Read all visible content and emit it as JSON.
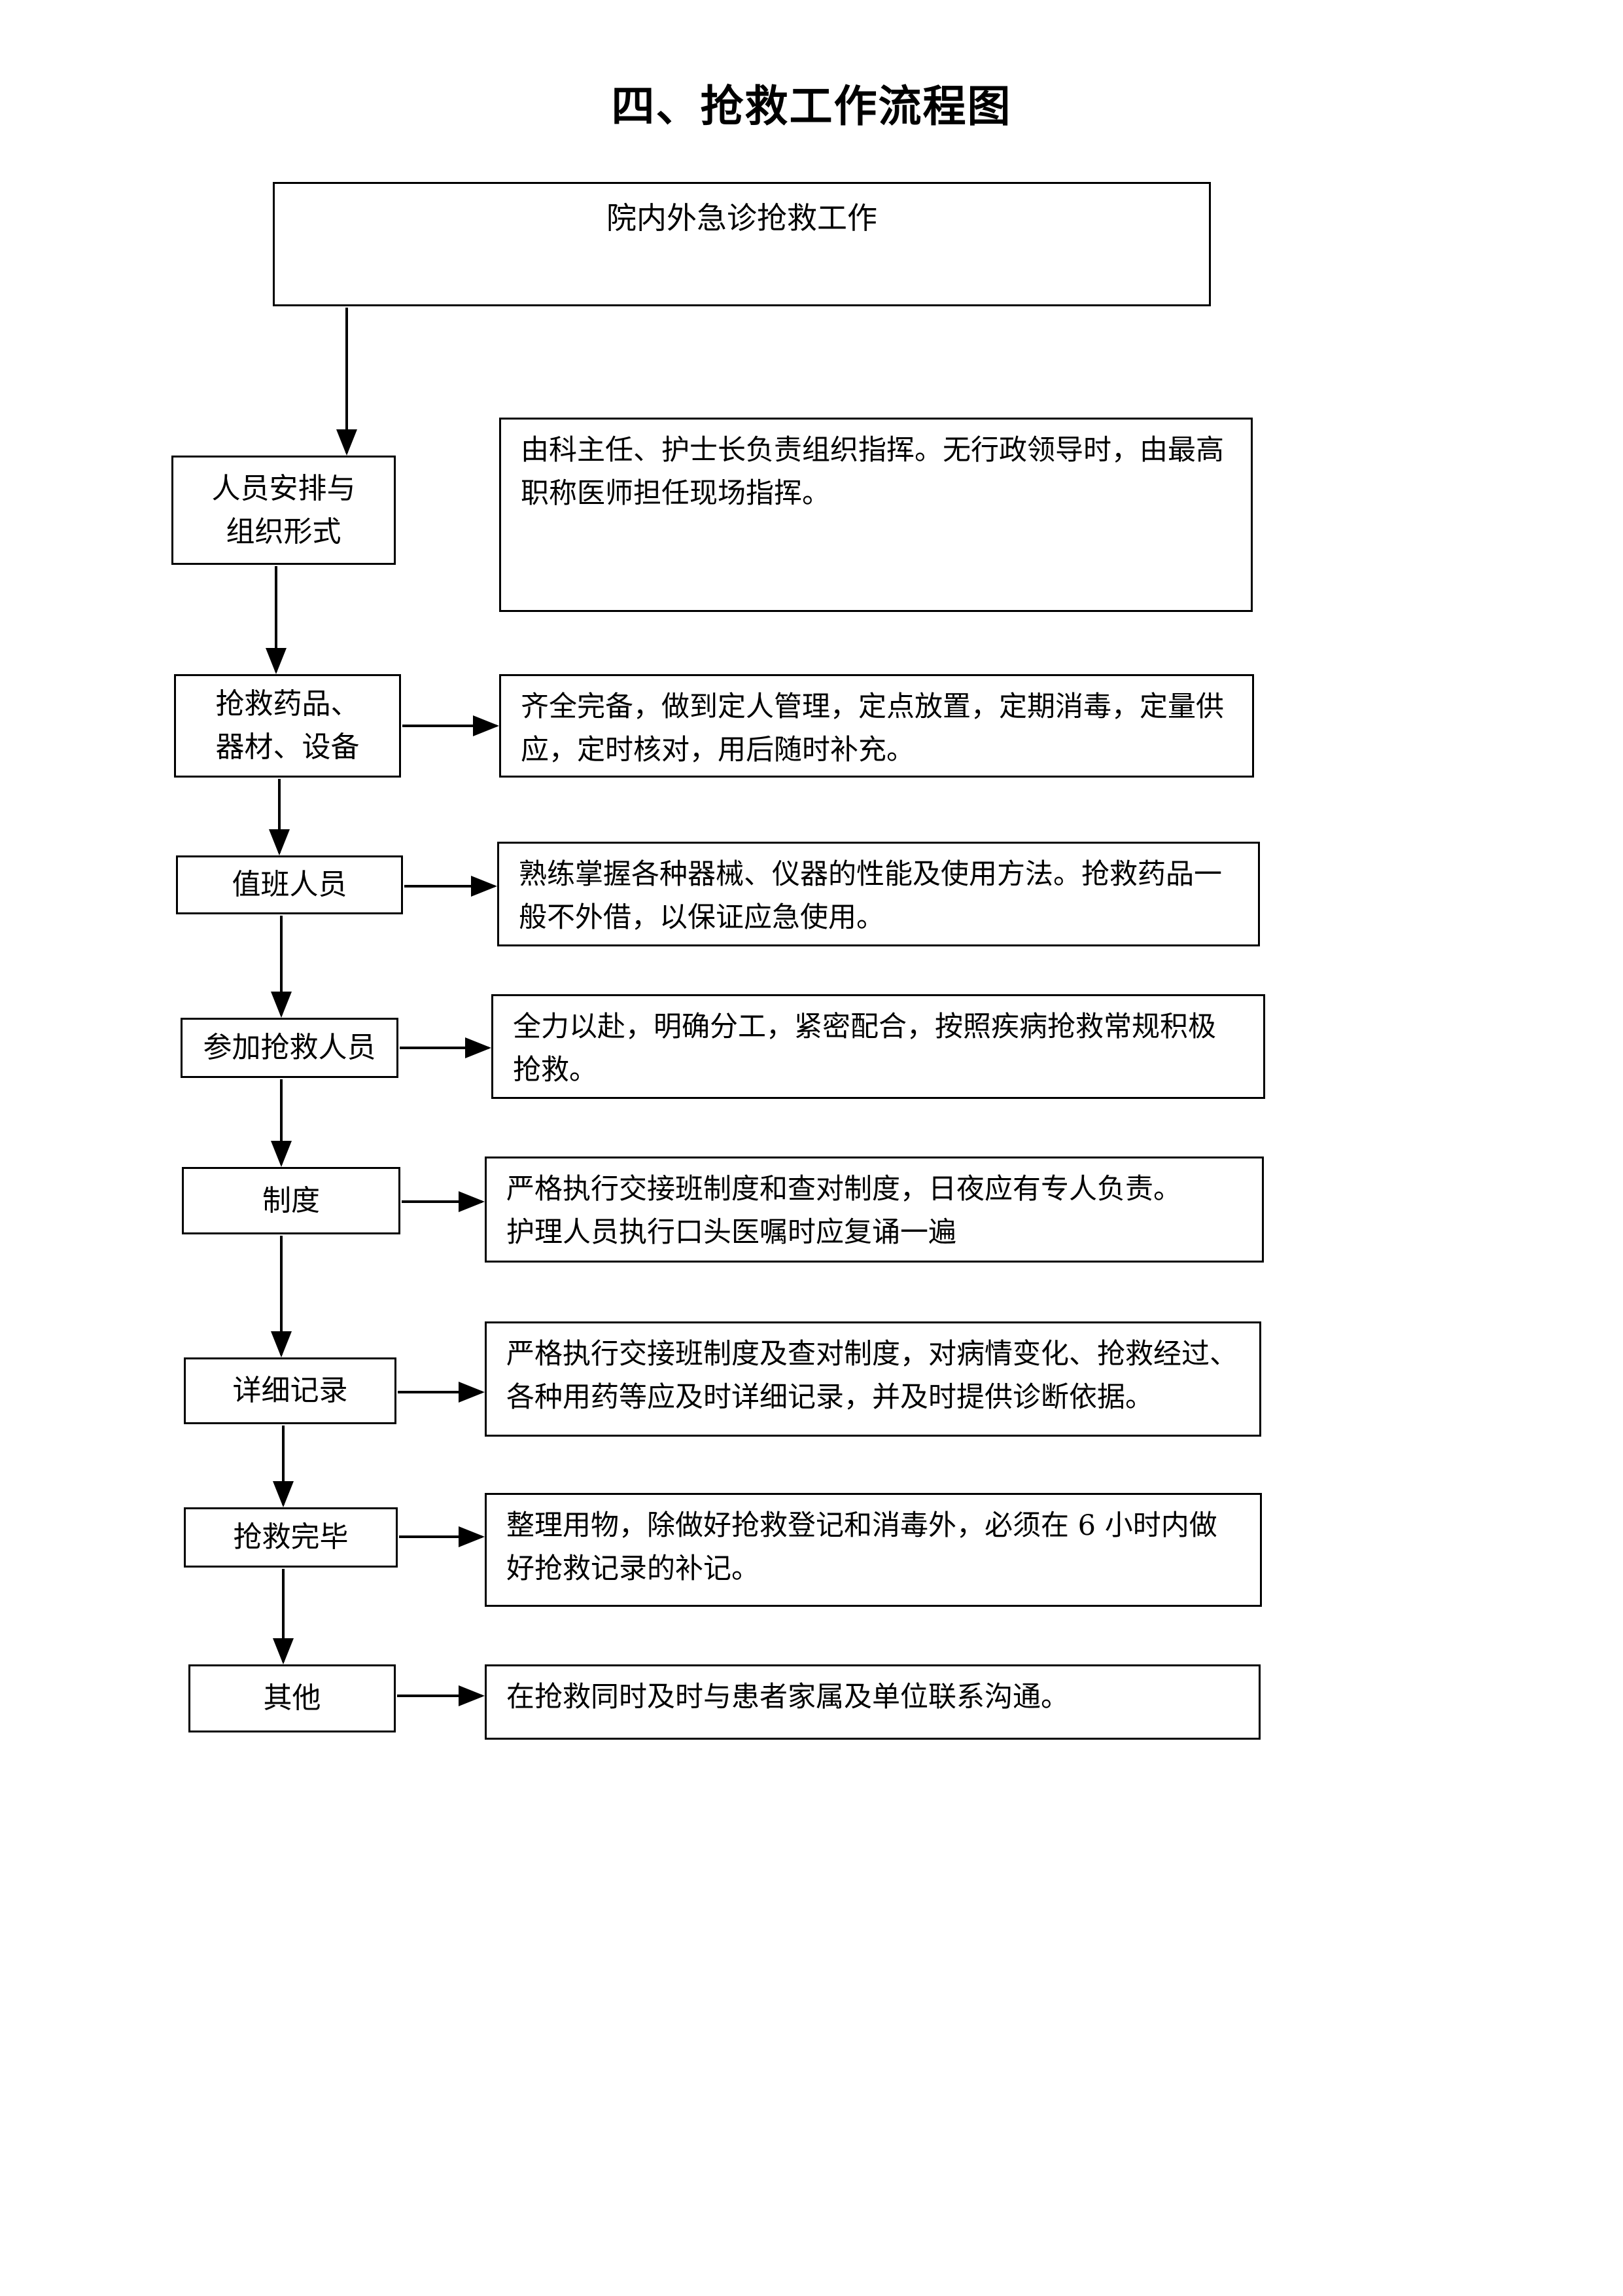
{
  "title": "四、抢救工作流程图",
  "top_node": "院内外急诊抢救工作",
  "steps": [
    {
      "label_lines": [
        "人员安排与",
        "组织形式"
      ],
      "desc_lines": [
        "由科主任、护士长负责组织指挥。无行政领导时，由最高",
        "职称医师担任现场指挥。"
      ]
    },
    {
      "label_lines": [
        "抢救药品、",
        "器材、设备"
      ],
      "desc_lines": [
        "齐全完备，做到定人管理，定点放置，定期消毒，定量供",
        "应，定时核对，用后随时补充。"
      ]
    },
    {
      "label_lines": [
        "值班人员"
      ],
      "desc_lines": [
        "熟练掌握各种器械、仪器的性能及使用方法。抢救药品一",
        "般不外借，以保证应急使用。"
      ]
    },
    {
      "label_lines": [
        "参加抢救人员"
      ],
      "desc_lines": [
        "全力以赴，明确分工，紧密配合，按照疾病抢救常规积极",
        "抢救。"
      ]
    },
    {
      "label_lines": [
        "制度"
      ],
      "desc_lines": [
        "严格执行交接班制度和查对制度，日夜应有专人负责。",
        "护理人员执行口头医嘱时应复诵一遍"
      ]
    },
    {
      "label_lines": [
        "详细记录"
      ],
      "desc_lines": [
        "严格执行交接班制度及查对制度，对病情变化、抢救经过、",
        "各种用药等应及时详细记录，并及时提供诊断依据。"
      ]
    },
    {
      "label_lines": [
        "抢救完毕"
      ],
      "desc_lines": [
        "整理用物，除做好抢救登记和消毒外，必须在 6 小时内做",
        "好抢救记录的补记。"
      ]
    },
    {
      "label_lines": [
        "其他"
      ],
      "desc_lines": [
        "在抢救同时及时与患者家属及单位联系沟通。"
      ]
    }
  ]
}
